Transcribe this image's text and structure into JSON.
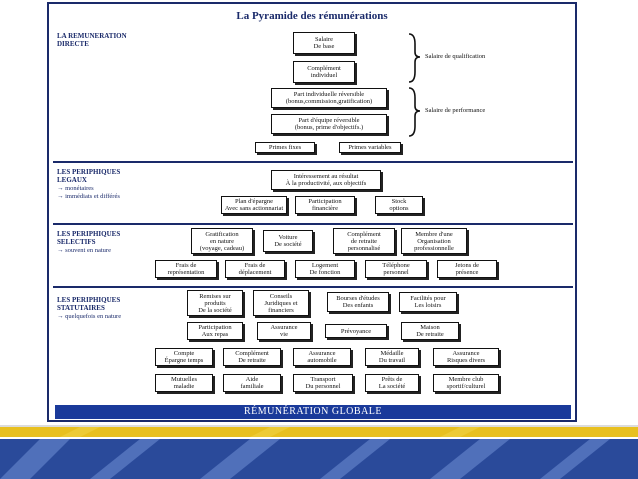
{
  "title": "La Pyramide des rémunérations",
  "sections": {
    "directe": "LA REMUNERATION\nDIRECTE",
    "legaux": "LES PERIPHIQUES\nLEGAUX",
    "legaux_note1": "→ monétaires",
    "legaux_note2": "→ immédiats et différés",
    "selectifs": "LES PERIPHIQUES\nSELECTIFS",
    "selectifs_note": "→ souvent en nature",
    "statutaires": "LES PERIPHIQUES\nSTATUTAIRES",
    "statutaires_note": "→ quelquefois en nature"
  },
  "directe": {
    "b1": "Salaire\nDe base",
    "b2": "Complément\nindividuel",
    "b3": "Part individuelle réversible\n(bonus,commission,gratification)",
    "b4": "Part d'équipe réversible\n(bonus, prime d'objectifs.)",
    "b5": "Primes fixes",
    "b6": "Primes variables",
    "brace1": "Salaire de qualification",
    "brace2": "Salaire de performance"
  },
  "legaux": {
    "b1": "Intéressement au résultat\nÀ la productivité, aux objectifs",
    "b2": "Plan d'épargne\nAvec sans actionnariat",
    "b3": "Participation\nfinancière",
    "b4": "Stock\noptions"
  },
  "selectifs": {
    "b1": "Gratification\nen nature\n(voyage, cadeau)",
    "b2": "Voiture\nDe société",
    "b3": "Complément\nde retraite\npersonnalisé",
    "b4": "Membre d'une\nOrganisation\nprofessionnelle",
    "b5": "Frais de\nreprésentation",
    "b6": "Frais de\ndéplacement",
    "b7": "Logement\nDe fonction",
    "b8": "Téléphone\npersonnel",
    "b9": "Jetons de\nprésence"
  },
  "statutaires": {
    "b1": "Remises sur\nproduits\nDe la société",
    "b2": "Conseils\nJuridiques et\nfinanciers",
    "b3": "Bourses d'études\nDes enfants",
    "b4": "Facilités pour\nLes loisirs",
    "b5": "Participation\nAux repas",
    "b6": "Assurance\nvie",
    "b7": "Prévoyance",
    "b8": "Maison\nDe retraite",
    "b9": "Compte\nÉpargne temps",
    "b10": "Complément\nDe retraite",
    "b11": "Assurance\nautomobile",
    "b12": "Médaille\nDu travail",
    "b13": "Assurance\nRisques divers",
    "b14": "Mutuelles\nmaladie",
    "b15": "Aide\nfamiliale",
    "b16": "Transport\nDu personnel",
    "b17": "Prêts de\nLa société",
    "b18": "Membre club\nsportif/culturel"
  },
  "global": "RÉMUNÉRATION GLOBALE",
  "colors": {
    "frame": "#1a2a6a",
    "global_bar": "#1a3a9a",
    "band_blue": "#1c3a8a",
    "band_gold": "#e8c020"
  }
}
